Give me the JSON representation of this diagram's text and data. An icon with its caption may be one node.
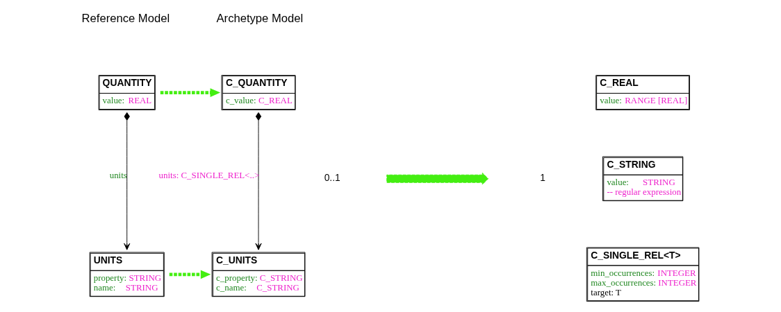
{
  "diagram": {
    "nodes": [
      {
        "text": [
          "QUANTITY",
          "value: REAL"
        ]
      },
      {
        "text": [
          "C_QUANTITY",
          "c_value: C_REAL"
        ]
      },
      {
        "text": [
          "C_REAL",
          "value: RANGE [REAL]"
        ]
      },
      {
        "text": [
          "C_STRING",
          "value: STRING",
          "-- regular expression"
        ]
      },
      {
        "text": [
          "UNITS",
          "property: STRING",
          "name: STRING"
        ]
      },
      {
        "text": [
          "C_UNITS",
          "c_property: C_STRING",
          "c_name: C_STRING"
        ]
      },
      {
        "text": [
          "C_SINGLE_REL<T>",
          "min_occurrences: INTEGER",
          "max_occurrences: INTEGER",
          "target: T"
        ]
      },
      {
        "text": [],
        "shape": "arrow"
      }
    ],
    "edges": [
      {
        "from": 0,
        "to": 1,
        "arrow": "to",
        "style": "dashed"
      },
      {
        "from": 0,
        "to": 4,
        "arrow": "to",
        "label": "units",
        "color": "#000000"
      },
      {
        "from": 1,
        "to": 5,
        "arrow": "to",
        "label": "units: C_SINGLE_REL<..>",
        "color": "#000000"
      },
      {
        "from": 4,
        "to": 5,
        "arrow": "to",
        "style": "dashed"
      }
    ],
    "labels": [
      "Reference Model",
      "Archetype Model",
      "0..1",
      "1"
    ]
  }
}
